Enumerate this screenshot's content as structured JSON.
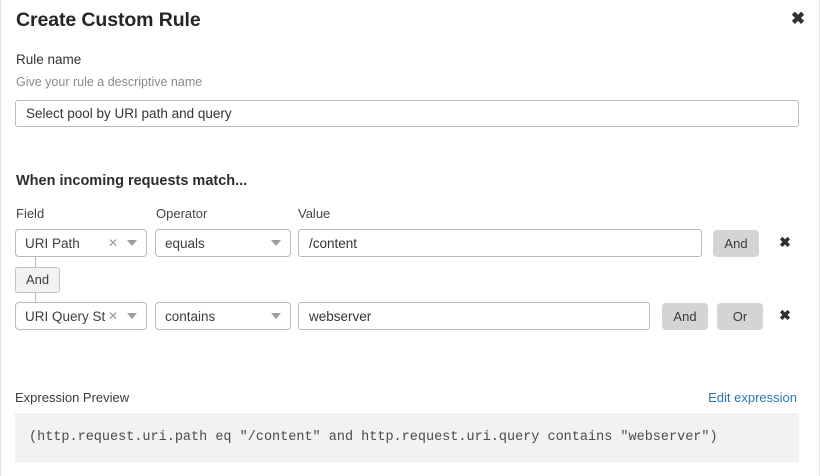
{
  "modal": {
    "title": "Create Custom Rule",
    "close_icon": "close-icon"
  },
  "rule_name": {
    "label": "Rule name",
    "help_text": "Give your rule a descriptive name",
    "value": "Select pool by URI path and query",
    "placeholder": "Rule name"
  },
  "match_section": {
    "heading": "When incoming requests match...",
    "columns": {
      "field": "Field",
      "operator": "Operator",
      "value": "Value"
    },
    "connector": {
      "label": "And"
    },
    "rows": [
      {
        "field": "URI Path",
        "field_clear_icon": "close-small-icon",
        "field_caret_icon": "chevron-down-icon",
        "operator": "equals",
        "operator_caret_icon": "chevron-down-icon",
        "value": "/content",
        "value_placeholder": "Value",
        "buttons": [
          "And"
        ],
        "delete_icon": "close-icon"
      },
      {
        "field": "URI Query St...",
        "field_clear_icon": "close-small-icon",
        "field_caret_icon": "chevron-down-icon",
        "operator": "contains",
        "operator_caret_icon": "chevron-down-icon",
        "value": "webserver",
        "value_placeholder": "Value",
        "buttons": [
          "And",
          "Or"
        ],
        "delete_icon": "close-icon"
      }
    ]
  },
  "expression_preview": {
    "label": "Expression Preview",
    "edit_link": "Edit expression",
    "expression": "(http.request.uri.path eq \"/content\" and http.request.uri.query contains \"webserver\")"
  },
  "colors": {
    "link": "#2878b0",
    "button_bg": "#d4d4d4",
    "preview_bg": "#f2f2f2",
    "border": "#b9b9b9"
  }
}
